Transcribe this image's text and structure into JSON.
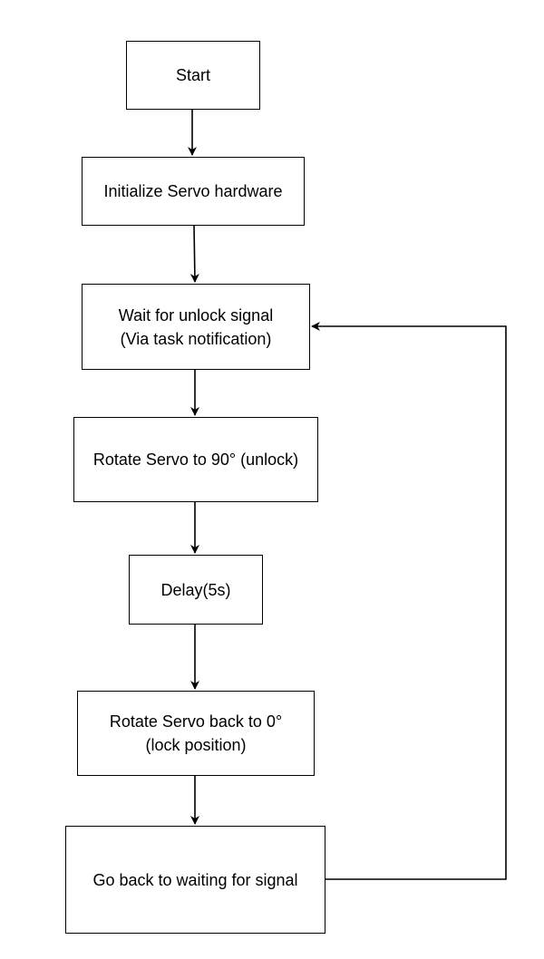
{
  "diagram": {
    "type": "flowchart",
    "nodes": [
      {
        "id": "start",
        "lines": [
          "Start"
        ]
      },
      {
        "id": "init",
        "lines": [
          "Initialize Servo hardware"
        ]
      },
      {
        "id": "wait",
        "lines": [
          "Wait for unlock signal",
          "(Via task notification)"
        ]
      },
      {
        "id": "rotate90",
        "lines": [
          "Rotate Servo to 90° (unlock)"
        ]
      },
      {
        "id": "delay",
        "lines": [
          "Delay(5s)"
        ]
      },
      {
        "id": "rotate0",
        "lines": [
          "Rotate Servo back to 0°",
          "(lock position)"
        ]
      },
      {
        "id": "goback",
        "lines": [
          "Go back to waiting for signal"
        ]
      }
    ],
    "edges": [
      {
        "from": "start",
        "to": "init"
      },
      {
        "from": "init",
        "to": "wait"
      },
      {
        "from": "wait",
        "to": "rotate90"
      },
      {
        "from": "rotate90",
        "to": "delay"
      },
      {
        "from": "delay",
        "to": "rotate0"
      },
      {
        "from": "rotate0",
        "to": "goback"
      },
      {
        "from": "goback",
        "to": "wait"
      }
    ],
    "colors": {
      "stroke": "#000000",
      "fill": "#ffffff",
      "text": "#000000"
    }
  }
}
